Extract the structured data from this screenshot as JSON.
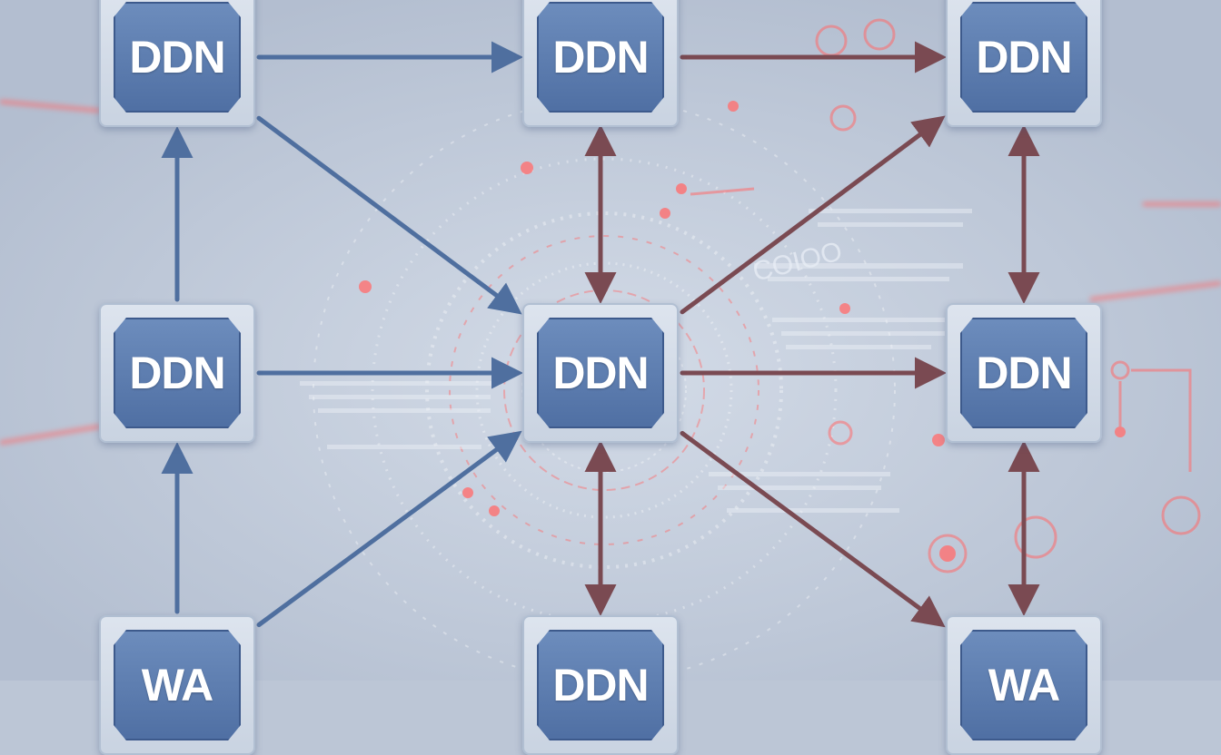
{
  "diagram": {
    "nodes": [
      {
        "id": "n00",
        "label": "DDN"
      },
      {
        "id": "n01",
        "label": "DDN"
      },
      {
        "id": "n02",
        "label": "DDN"
      },
      {
        "id": "n10",
        "label": "DDN"
      },
      {
        "id": "n11",
        "label": "DDN"
      },
      {
        "id": "n12",
        "label": "DDN"
      },
      {
        "id": "n20",
        "label": "WA"
      },
      {
        "id": "n21",
        "label": "DDN"
      },
      {
        "id": "n22",
        "label": "WA"
      }
    ],
    "edges": [
      {
        "from": "n00",
        "to": "n01",
        "kind": "blue",
        "dir": "forward"
      },
      {
        "from": "n00",
        "to": "n11",
        "kind": "blue",
        "dir": "forward"
      },
      {
        "from": "n10",
        "to": "n00",
        "kind": "blue",
        "dir": "forward"
      },
      {
        "from": "n10",
        "to": "n11",
        "kind": "blue",
        "dir": "forward"
      },
      {
        "from": "n20",
        "to": "n10",
        "kind": "blue",
        "dir": "forward"
      },
      {
        "from": "n20",
        "to": "n11",
        "kind": "blue",
        "dir": "forward"
      },
      {
        "from": "n01",
        "to": "n02",
        "kind": "brown",
        "dir": "forward"
      },
      {
        "from": "n01",
        "to": "n11",
        "kind": "brown",
        "dir": "both"
      },
      {
        "from": "n11",
        "to": "n02",
        "kind": "brown",
        "dir": "forward"
      },
      {
        "from": "n02",
        "to": "n12",
        "kind": "brown",
        "dir": "both"
      },
      {
        "from": "n11",
        "to": "n12",
        "kind": "brown",
        "dir": "forward"
      },
      {
        "from": "n11",
        "to": "n21",
        "kind": "brown",
        "dir": "both"
      },
      {
        "from": "n11",
        "to": "n22",
        "kind": "brown",
        "dir": "forward"
      },
      {
        "from": "n12",
        "to": "n22",
        "kind": "brown",
        "dir": "both"
      }
    ],
    "background_text": "COIOO",
    "colors": {
      "blue_edge": "#4f6f9f",
      "brown_edge": "#7a4a52",
      "glow": "#ff6b6b",
      "node_face": "#5877ab",
      "node_frame": "#d3dbe7",
      "background": "#bcc6d6"
    }
  }
}
